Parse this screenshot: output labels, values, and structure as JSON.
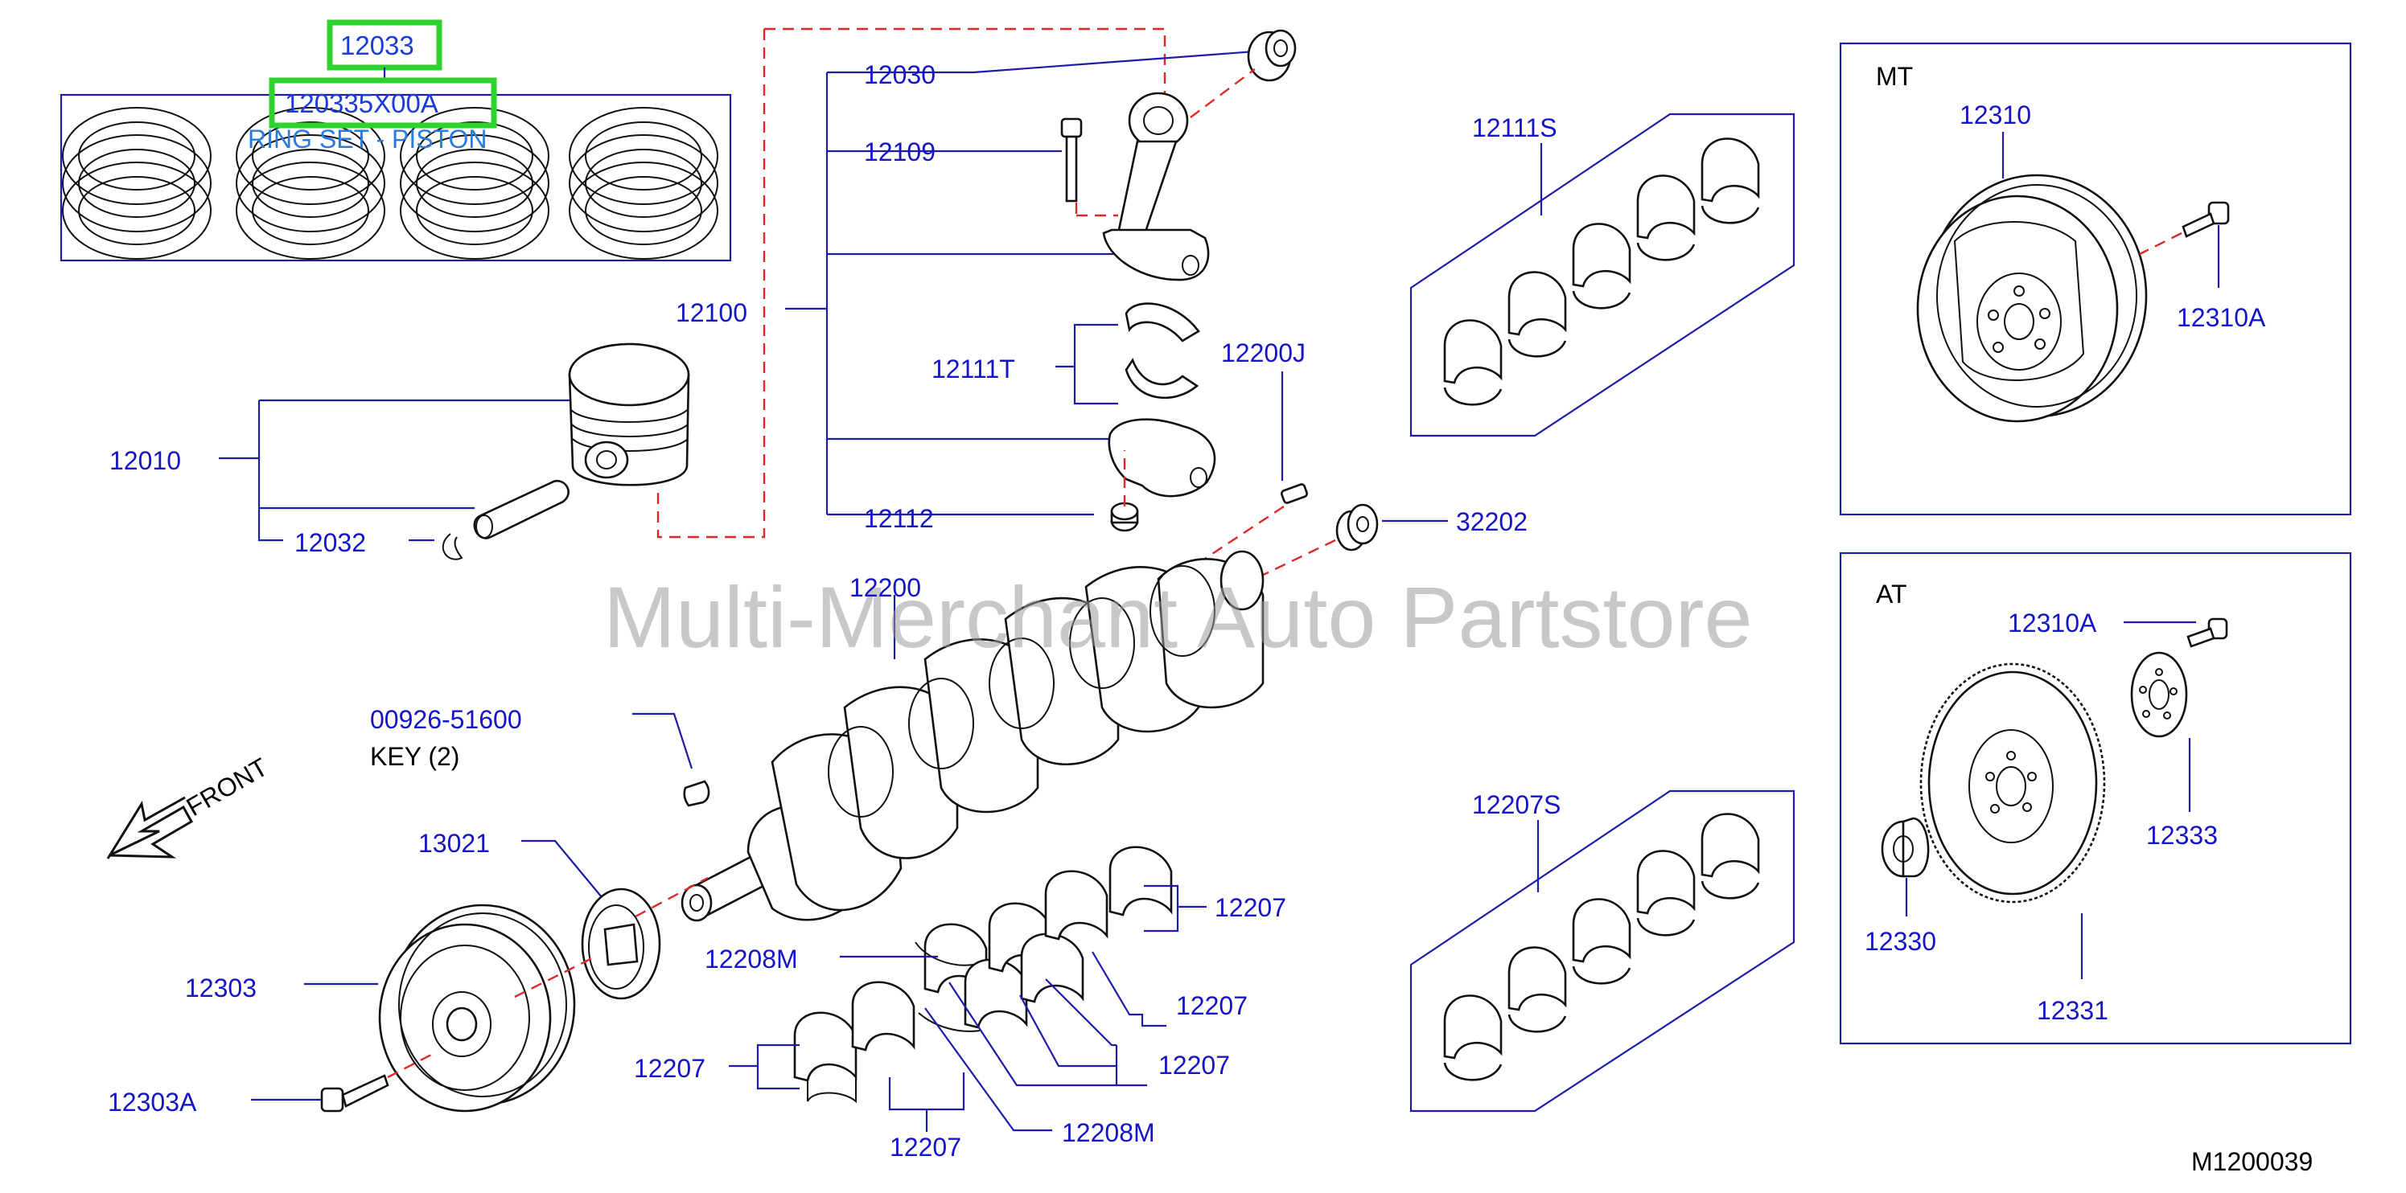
{
  "labels": {
    "p12033": "12033",
    "p120335": "120335X00A",
    "ring_set": "RING SET - PISTON",
    "p12030": "12030",
    "p12109": "12109",
    "p12100": "12100",
    "p12111T": "12111T",
    "p12200J": "12200J",
    "p12010": "12010",
    "p12032": "12032",
    "p12112": "12112",
    "p32202": "32202",
    "p12200": "12200",
    "p00926": "00926-51600",
    "key": "KEY   (2)",
    "front": "FRONT",
    "p13021": "13021",
    "p12303": "12303",
    "p12303A": "12303A",
    "p12208M_a": "12208M",
    "p12207_a": "12207",
    "p12207_b": "12207",
    "p12207_c": "12207",
    "p12207_d": "12207",
    "p12207_e": "12207",
    "p12208M_b": "12208M",
    "p12111S": "12111S",
    "p12207S": "12207S",
    "mt": "MT",
    "p12310": "12310",
    "p12310A_mt": "12310A",
    "at": "AT",
    "p12310A_at": "12310A",
    "p12333": "12333",
    "p12330": "12330",
    "p12331": "12331",
    "diagram_code": "M1200039"
  },
  "watermark": "Multi-Merchant Auto Partstore",
  "icons": [
    "front-arrow-icon"
  ],
  "colors": {
    "label": "#1515c8",
    "leader": "#1c1caa",
    "dashed_connector": "#e02828",
    "highlight": "#2ed42e",
    "watermark": "#9a9a9a"
  }
}
